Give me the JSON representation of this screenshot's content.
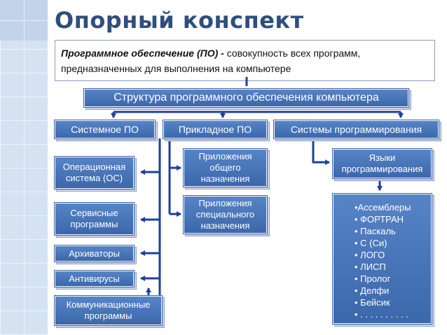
{
  "header": {
    "title": "Опорный конспект"
  },
  "definition": {
    "term": "Программное обеспечение (ПО) -",
    "text": " совокупность всех программ, предназначенных для выполнения на компьютере"
  },
  "diagram": {
    "root": "Структура программного обеспечения компьютера",
    "categories": {
      "system": "Системное ПО",
      "applied": "Прикладное ПО",
      "programming": "Системы программирования"
    },
    "system_items": [
      "Операционная система (ОС)",
      "Сервисные программы",
      "Архиваторы",
      "Антивирусы",
      "Коммуникационные программы"
    ],
    "applied_items": [
      "Приложения общего назначения",
      "Приложения специального назначения"
    ],
    "languages": {
      "title": "Языки программирования",
      "items": [
        "•Ассемблеры",
        "• ФОРТРАН",
        "• Паскаль",
        "• С (Си)",
        "• ЛОГО",
        "• ЛИСП",
        "• Пролог",
        "• Делфи",
        "• Бейсик",
        "• . . . . . . . . . ."
      ]
    }
  },
  "colors": {
    "box_fill": "#4a76ba",
    "line": "#1f3f99",
    "title": "#2f4e7c"
  }
}
